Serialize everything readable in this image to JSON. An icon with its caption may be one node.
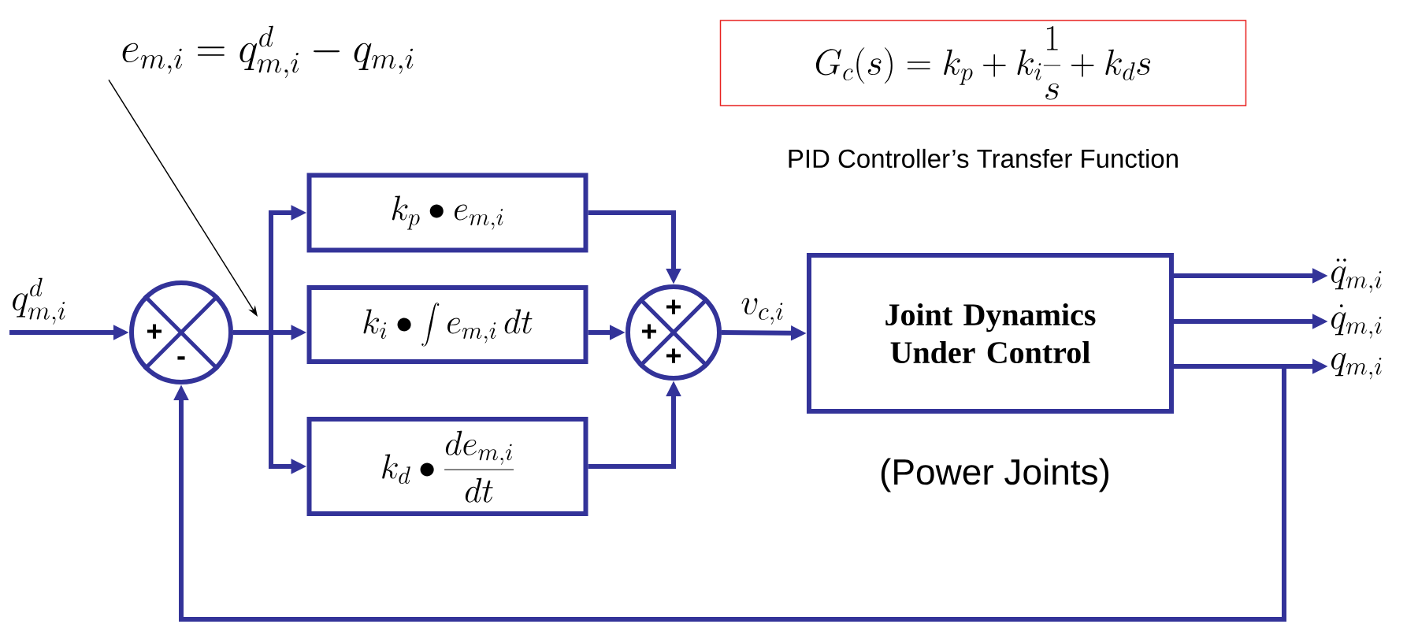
{
  "diagram": {
    "nodes": [
      {
        "text": [
          "q_{m,i}^{d}"
        ]
      },
      {
        "text": [
          "+",
          "-"
        ]
      },
      {
        "text": [
          "k_p \\bullet e_{m,i}"
        ]
      },
      {
        "text": [
          "k_i \\bullet \\int e_{m,i}\\,dt"
        ]
      },
      {
        "text": [
          "k_d \\bullet \\frac{de_{m,i}}{dt}"
        ]
      },
      {
        "text": [
          "+",
          "+",
          "+"
        ]
      },
      {
        "text": [
          "Joint Dynamics Under Control"
        ],
        "beside": [
          "(Power Joints)"
        ]
      },
      {
        "text": [
          "\\ddot{q}_{m,i}"
        ]
      },
      {
        "text": [
          "\\dot{q}_{m,i}"
        ]
      },
      {
        "text": [
          "q_{m,i}"
        ]
      },
      {
        "text": [
          "e_{m,i} = q_{m,i}^{d} - q_{m,i}"
        ]
      },
      {
        "text": [
          "G_c(s) = k_p + k_i \\frac{1}{s} + k_d s"
        ],
        "beside": [
          "PID Controller’s Transfer Function"
        ]
      }
    ],
    "edges": [
      {
        "from": 0,
        "to": 1,
        "arrow": "to"
      },
      {
        "from": 1,
        "to": 2,
        "arrow": "to"
      },
      {
        "from": 1,
        "to": 3,
        "arrow": "to"
      },
      {
        "from": 1,
        "to": 4,
        "arrow": "to"
      },
      {
        "from": 2,
        "to": 5,
        "arrow": "to"
      },
      {
        "from": 3,
        "to": 5,
        "arrow": "to"
      },
      {
        "from": 4,
        "to": 5,
        "arrow": "to"
      },
      {
        "from": 5,
        "to": 6,
        "arrow": "to",
        "label": "v_{c,i}"
      },
      {
        "from": 6,
        "to": 7,
        "arrow": "to"
      },
      {
        "from": 6,
        "to": 8,
        "arrow": "to"
      },
      {
        "from": 6,
        "to": 9,
        "arrow": "to"
      },
      {
        "from": 6,
        "to": 1,
        "arrow": "to"
      },
      {
        "from": 10,
        "to": null,
        "arrow": "to",
        "color": "#000000"
      }
    ]
  }
}
